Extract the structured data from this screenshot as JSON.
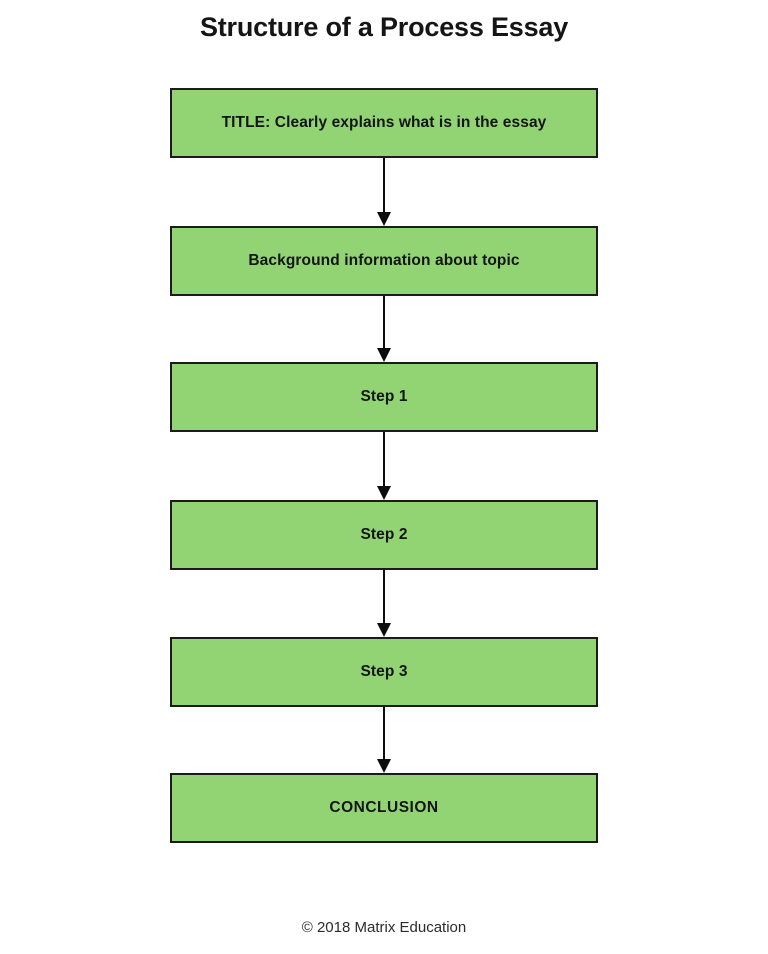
{
  "figure": {
    "title": "Structure of a Process Essay",
    "credit": "© 2018 Matrix Education",
    "background_color": "#ffffff",
    "node_fill_color": "#92d474",
    "node_border_color": "#1b1b1b",
    "text_color": "#141414",
    "arrow_color": "#0d0d0d"
  },
  "chart_data": {
    "type": "diagram",
    "diagram_type": "flowchart",
    "orientation": "top-to-bottom",
    "title": "Structure of a Process Essay",
    "nodes": [
      {
        "id": "title",
        "label": "TITLE: Clearly explains what is in the essay"
      },
      {
        "id": "background",
        "label": "Background information about topic"
      },
      {
        "id": "step1",
        "label": "Step 1"
      },
      {
        "id": "step2",
        "label": "Step 2"
      },
      {
        "id": "step3",
        "label": "Step 3"
      },
      {
        "id": "conclusion",
        "label": "CONCLUSION"
      }
    ],
    "edges": [
      {
        "from": "title",
        "to": "background",
        "style": "arrow"
      },
      {
        "from": "background",
        "to": "step1",
        "style": "arrow"
      },
      {
        "from": "step1",
        "to": "step2",
        "style": "arrow"
      },
      {
        "from": "step2",
        "to": "step3",
        "style": "arrow"
      },
      {
        "from": "step3",
        "to": "conclusion",
        "style": "arrow"
      }
    ],
    "annotations": [
      "© 2018 Matrix Education"
    ]
  }
}
